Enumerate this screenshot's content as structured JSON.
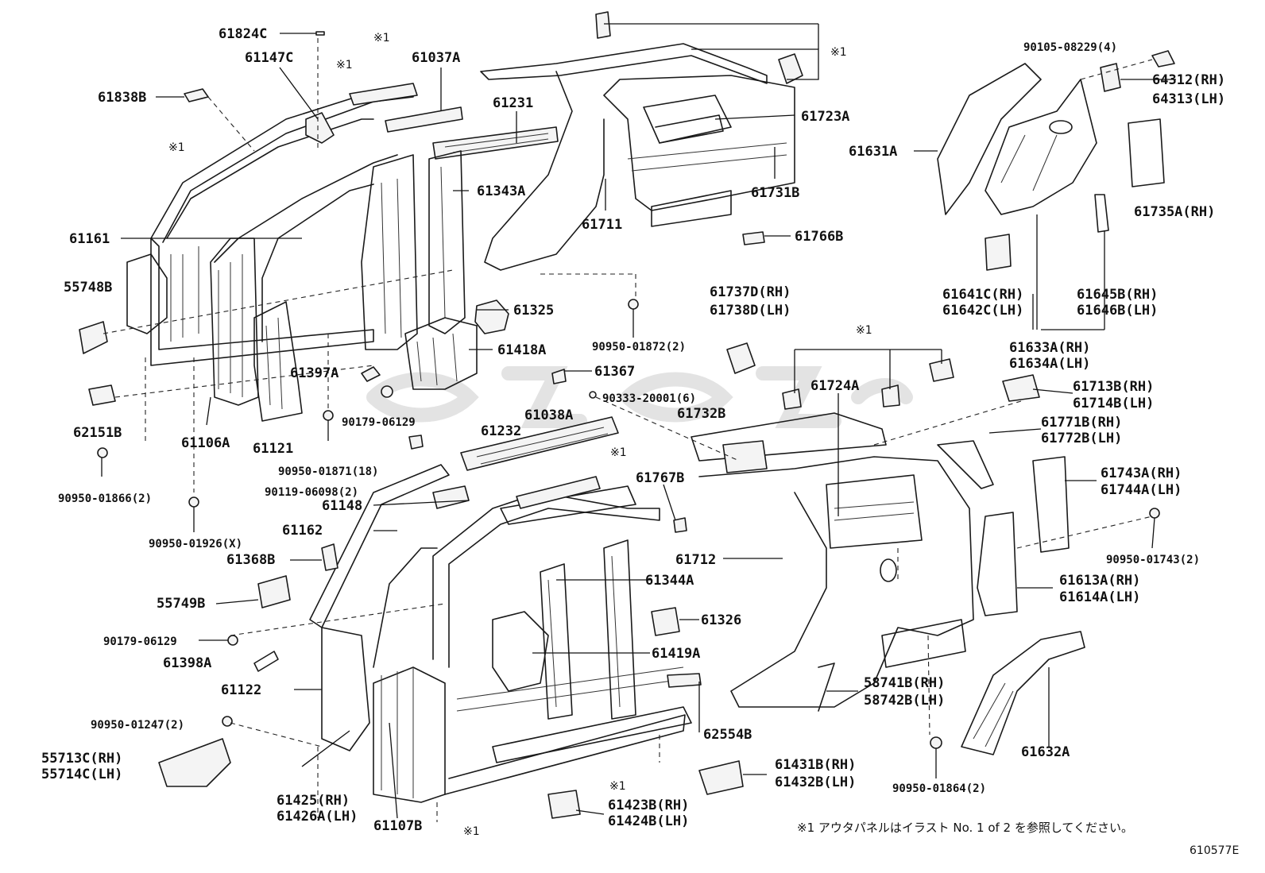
{
  "labels": {
    "l61824C": "61824C",
    "l61147C": "61147C",
    "l61838B": "61838B",
    "l61037A": "61037A",
    "l61231": "61231",
    "l61343A": "61343A",
    "l61161": "61161",
    "l55748B": "55748B",
    "l62151B": "62151B",
    "l90950_01866": "90950-01866(2)",
    "l61106A": "61106A",
    "l61121": "61121",
    "l61397A": "61397A",
    "l90179_06129a": "90179-06129",
    "l90950_01871": "90950-01871(18)",
    "l90119_06098": "90119-06098(2)",
    "l61148": "61148",
    "l90950_01926": "90950-01926(X)",
    "l61162": "61162",
    "l61368B": "61368B",
    "l55749B": "55749B",
    "l90179_06129b": "90179-06129",
    "l61398A": "61398A",
    "l61122": "61122",
    "l90950_01247": "90950-01247(2)",
    "l55713C": "55713C(RH)",
    "l55714C": "55714C(LH)",
    "l61425": "61425(RH)",
    "l61426A": "61426A(LH)",
    "l61107B": "61107B",
    "l61325": "61325",
    "l61418A": "61418A",
    "l61367": "61367",
    "l90950_01872": "90950-01872(2)",
    "l61038A": "61038A",
    "l61232": "61232",
    "l61344A": "61344A",
    "l61326": "61326",
    "l61419A": "61419A",
    "l61423B": "61423B(RH)",
    "l61424B": "61424B(LH)",
    "l62554B": "62554B",
    "l61431B": "61431B(RH)",
    "l61432B": "61432B(LH)",
    "l61711": "61711",
    "l61723A": "61723A",
    "l61731B": "61731B",
    "l61766B": "61766B",
    "l61737D": "61737D(RH)",
    "l61738D": "61738D(LH)",
    "l90333_20001": "90333-20001(6)",
    "l61724A": "61724A",
    "l61732B": "61732B",
    "l61767B": "61767B",
    "l61712": "61712",
    "l58741B": "58741B(RH)",
    "l58742B": "58742B(LH)",
    "l90950_01864": "90950-01864(2)",
    "l90105_08229": "90105-08229(4)",
    "l64312": "64312(RH)",
    "l64313": "64313(LH)",
    "l61631A": "61631A",
    "l61735A": "61735A(RH)",
    "l61641C": "61641C(RH)",
    "l61642C": "61642C(LH)",
    "l61645B": "61645B(RH)",
    "l61646B": "61646B(LH)",
    "l61633A": "61633A(RH)",
    "l61634A": "61634A(LH)",
    "l61713B": "61713B(RH)",
    "l61714B": "61714B(LH)",
    "l61771B": "61771B(RH)",
    "l61772B": "61772B(LH)",
    "l61743A": "61743A(RH)",
    "l61744A": "61744A(LH)",
    "l90950_01743": "90950-01743(2)",
    "l61613A": "61613A(RH)",
    "l61614A": "61614A(LH)",
    "l61632A": "61632A"
  },
  "marks": {
    "ref": "※1"
  },
  "footnote": "※1 アウタパネルはイラスト No. 1 of 2 を参照してください。",
  "diagram_code": "610577E"
}
